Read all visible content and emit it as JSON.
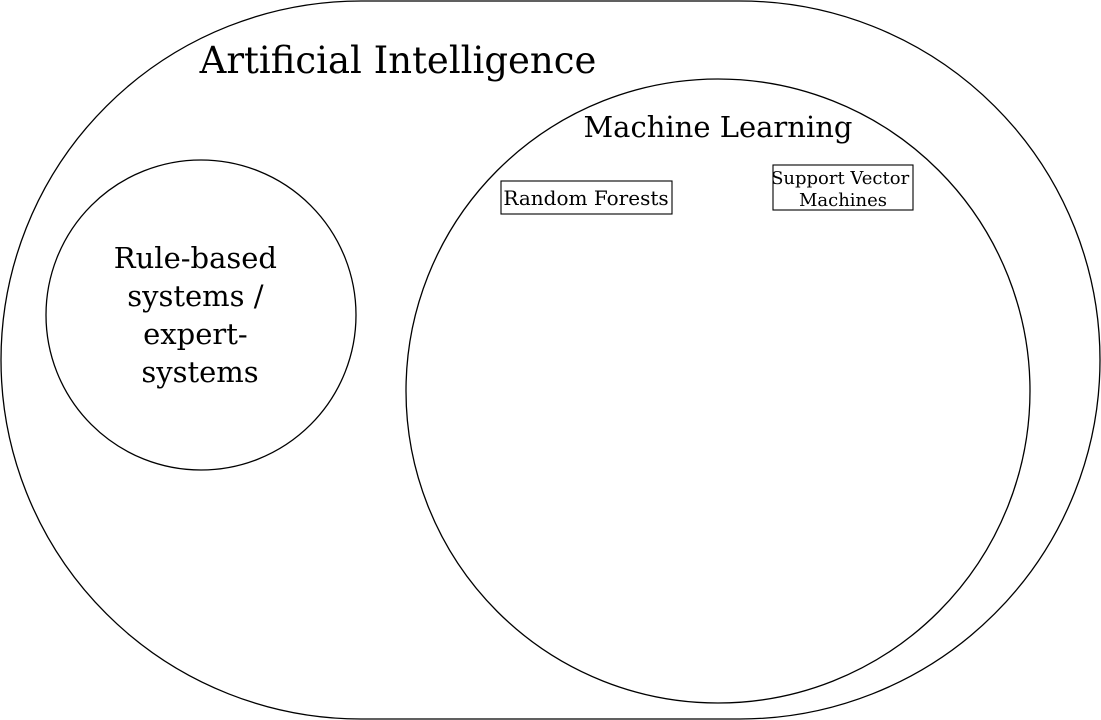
{
  "diagram": {
    "type": "euler-diagram",
    "stroke_color": "#000000",
    "background_color": "#ffffff",
    "regions": {
      "ai": {
        "label": "Artificial Intelligence"
      },
      "ml": {
        "label": "Machine Learning"
      },
      "rule_based": {
        "label_lines": [
          "Rule-based",
          "systems /",
          "expert-",
          "systems"
        ]
      }
    },
    "boxes": {
      "random_forests": {
        "label": "Random Forests"
      },
      "svm": {
        "label_lines": [
          "Support Vector",
          "Machines"
        ]
      }
    }
  }
}
